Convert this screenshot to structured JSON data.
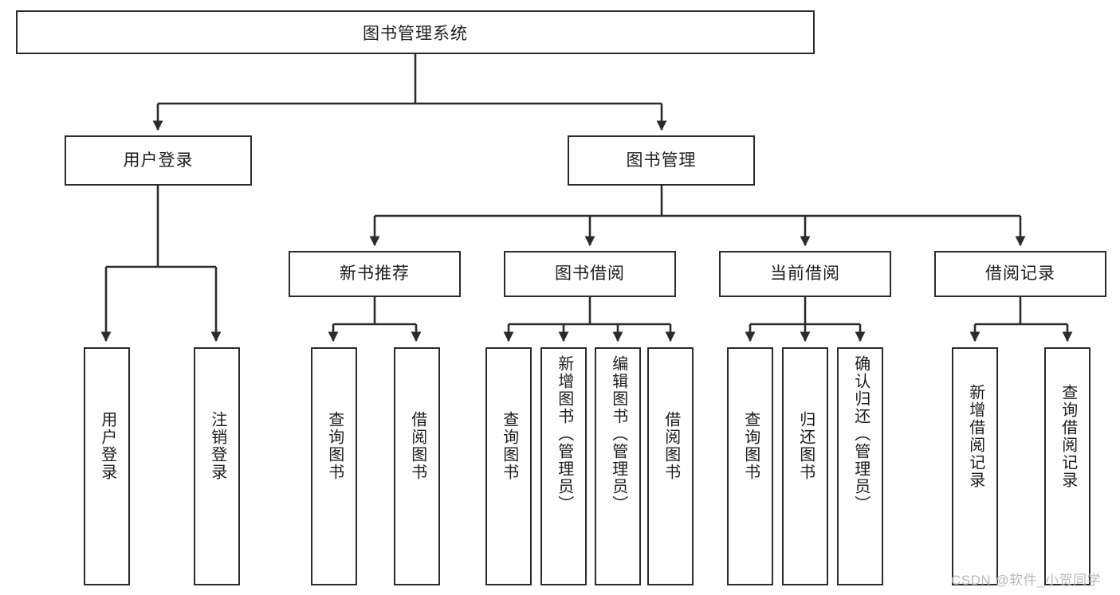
{
  "diagram": {
    "title": "图书管理系统",
    "type": "hierarchy-tree",
    "root": {
      "label": "图书管理系统"
    },
    "level1": [
      {
        "label": "用户登录"
      },
      {
        "label": "图书管理"
      }
    ],
    "level2": [
      {
        "label": "新书推荐"
      },
      {
        "label": "图书借阅"
      },
      {
        "label": "当前借阅"
      },
      {
        "label": "借阅记录"
      }
    ],
    "leaves": {
      "user_login": [
        {
          "label": "用户登录"
        },
        {
          "label": "注销登录"
        }
      ],
      "new_book_recommend": [
        {
          "label": "查询图书"
        },
        {
          "label": "借阅图书"
        }
      ],
      "book_borrow": [
        {
          "label": "查询图书"
        },
        {
          "label": "新增图书（管理员）"
        },
        {
          "label": "编辑图书（管理员）"
        },
        {
          "label": "借阅图书"
        }
      ],
      "current_borrow": [
        {
          "label": "查询图书"
        },
        {
          "label": "归还图书"
        },
        {
          "label": "确认归还（管理员）"
        }
      ],
      "borrow_record": [
        {
          "label": "新增借阅记录"
        },
        {
          "label": "查询借阅记录"
        }
      ]
    },
    "watermark": "CSDN @软件_小贺同学",
    "colors": {
      "stroke": "#2b2b2b",
      "fill": "#ffffff",
      "text": "#1c1c1c",
      "watermark": "#b9b9b9"
    }
  }
}
